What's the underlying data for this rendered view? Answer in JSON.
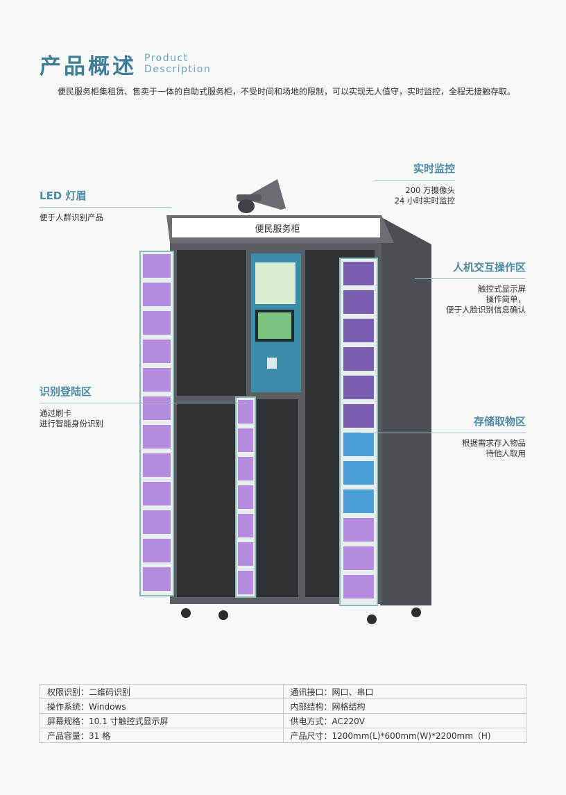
{
  "header": {
    "title_cn": "产品概述",
    "title_en_line1": "Product",
    "title_en_line2": "Description"
  },
  "intro": "便民服务柜集租赁、售卖于一体的自助式服务柜，不受时间和场地的限制，可以实现无人值守，实时监控，全程无接触存取。",
  "cabinet": {
    "sign": "便民服务柜",
    "colors": {
      "frame": "#5a5d62",
      "door_frame": "#8fb9b7",
      "panel_purple": "#b58be0",
      "panel_blue": "#4aa0d6",
      "screen_teal": "#3a8ca8",
      "light_strip": "#ffffff"
    }
  },
  "callouts": {
    "realtime": {
      "title": "实时监控",
      "lines": [
        "200 万摄像头",
        "24 小时实时监控"
      ]
    },
    "led": {
      "title": "LED 灯眉",
      "lines": [
        "便于人群识别产品"
      ]
    },
    "hmi": {
      "title": "人机交互操作区",
      "lines": [
        "触控式显示屏",
        "操作简单，",
        "便于人脸识别信息确认"
      ]
    },
    "id": {
      "title": "识别登陆区",
      "lines": [
        "通过刷卡",
        "进行智能身份识别"
      ]
    },
    "storage": {
      "title": "存储取物区",
      "lines": [
        "根据需求存入物品",
        "待他人取用"
      ]
    }
  },
  "specs": [
    [
      "权限识别：二维码识别",
      "通讯接口：网口、串口"
    ],
    [
      "操作系统：Windows",
      "内部结构：网格结构"
    ],
    [
      "屏幕规格：10.1 寸触控式显示屏",
      "供电方式：AC220V"
    ],
    [
      "产品容量：31 格",
      "产品尺寸：1200mm(L)*600mm(W)*2200mm（H)"
    ]
  ]
}
